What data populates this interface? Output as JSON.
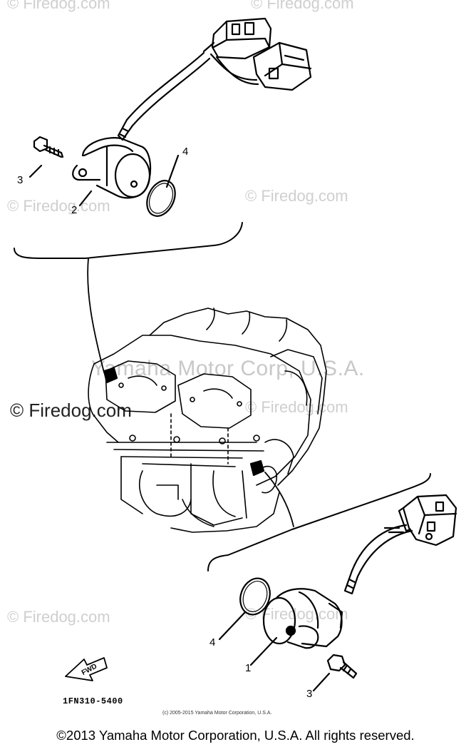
{
  "watermarks": {
    "top_left": "© Firedog.com",
    "top_right": "© Firedog.com",
    "upper_left": "© Firedog.com",
    "upper_right": "© Firedog.com",
    "mid_left": "© Firedog.com",
    "mid_right": "© Firedog.com",
    "lower_left": "© Firedog.com",
    "lower_right": "© Firedog.com",
    "corp": "Yamaha Motor Corp, U.S.A."
  },
  "callouts": {
    "top_bolt": "3",
    "top_sensor": "2",
    "top_oring": "4",
    "bottom_oring": "4",
    "bottom_sensor": "1",
    "bottom_bolt": "3"
  },
  "arrow_label": "FWD",
  "part_number": "1FN310-5400",
  "copyright_small": "(c) 2005-2015 Yamaha Motor Corporation, U.S.A.",
  "copyright": "©2013 Yamaha Motor Corporation, U.S.A. All rights reserved."
}
